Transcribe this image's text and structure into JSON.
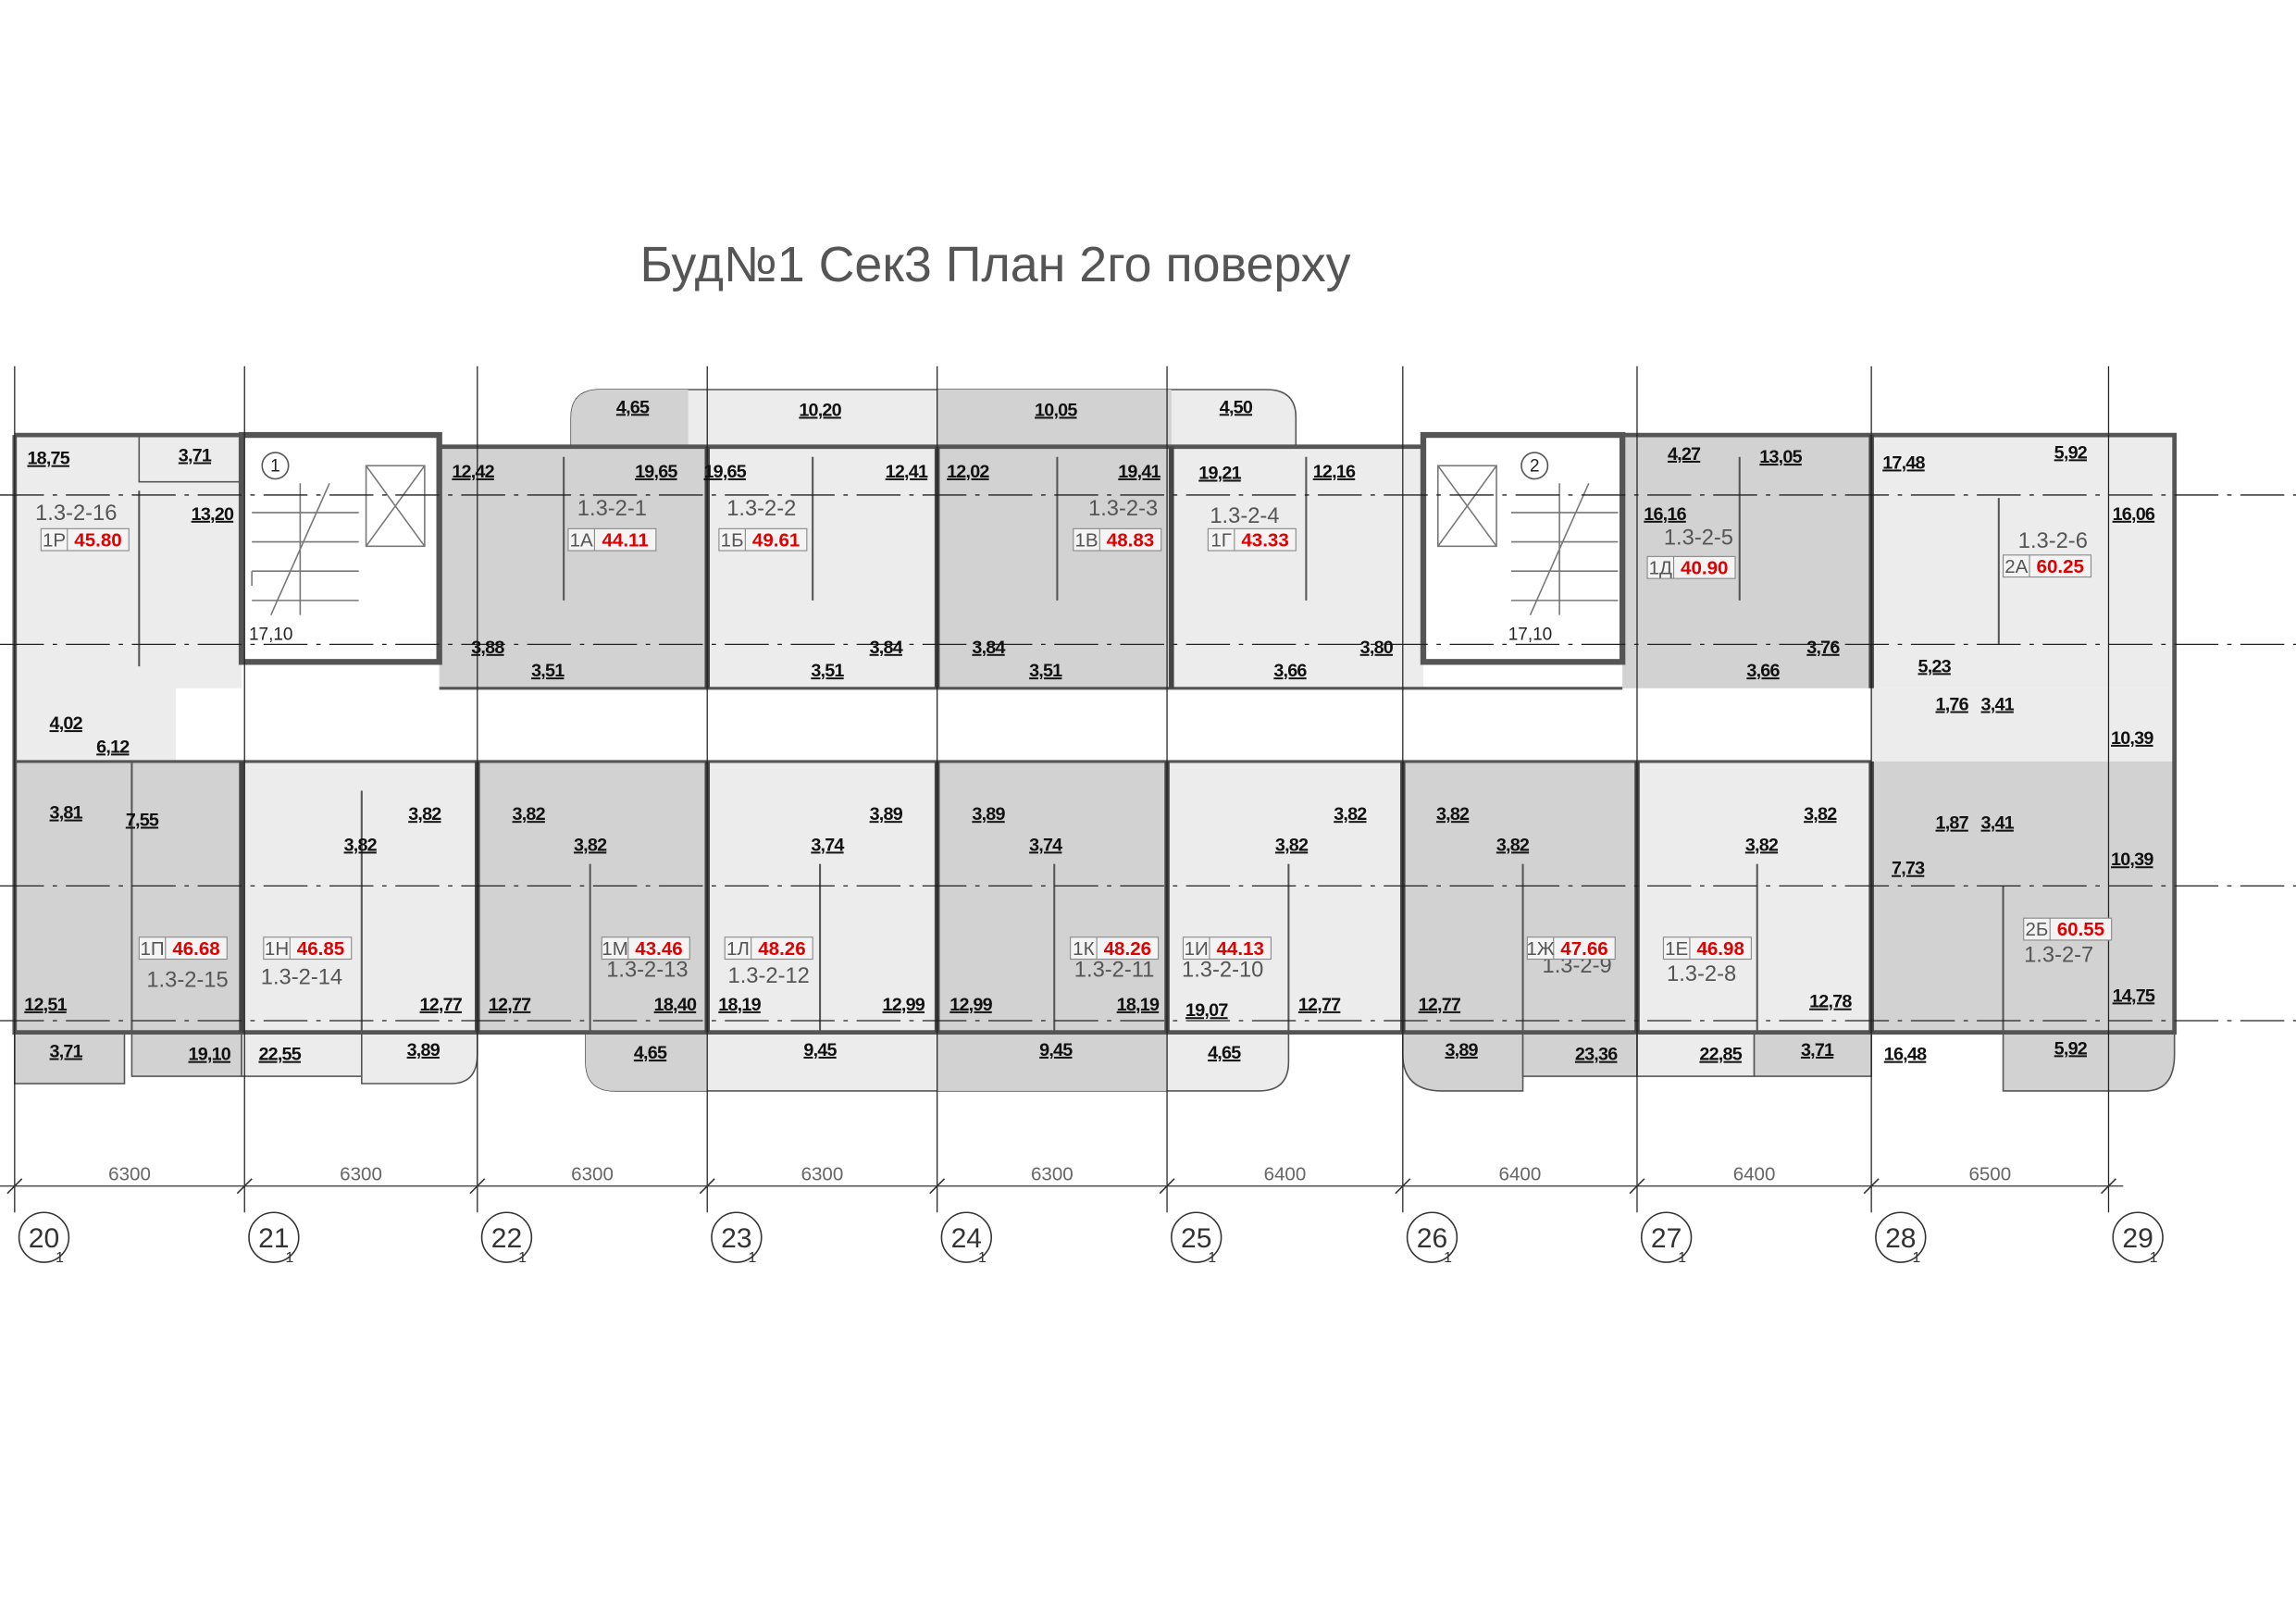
{
  "title": "Буд№1 Сек3  План 2го поверху",
  "colors": {
    "room_dark": "#d2d2d2",
    "room_light": "#ececec",
    "wall": "#555555",
    "area_red": "#e00000",
    "text_gray": "#555555"
  },
  "stairs": [
    {
      "number": "1",
      "area": "17,10"
    },
    {
      "number": "2",
      "area": "17,10"
    }
  ],
  "apartments": [
    {
      "id": "1.3-2-16",
      "type": "1Р",
      "area": "45.80"
    },
    {
      "id": "1.3-2-1",
      "type": "1А",
      "area": "44.11"
    },
    {
      "id": "1.3-2-2",
      "type": "1Б",
      "area": "49.61"
    },
    {
      "id": "1.3-2-3",
      "type": "1В",
      "area": "48.83"
    },
    {
      "id": "1.3-2-4",
      "type": "1Г",
      "area": "43.33"
    },
    {
      "id": "1.3-2-5",
      "type": "1Д",
      "area": "40.90"
    },
    {
      "id": "1.3-2-6",
      "type": "2А",
      "area": "60.25"
    },
    {
      "id": "1.3-2-15",
      "type": "1П",
      "area": "46.68"
    },
    {
      "id": "1.3-2-14",
      "type": "1Н",
      "area": "46.85"
    },
    {
      "id": "1.3-2-13",
      "type": "1М",
      "area": "43.46"
    },
    {
      "id": "1.3-2-12",
      "type": "1Л",
      "area": "48.26"
    },
    {
      "id": "1.3-2-11",
      "type": "1К",
      "area": "48.26"
    },
    {
      "id": "1.3-2-10",
      "type": "1И",
      "area": "44.13"
    },
    {
      "id": "1.3-2-9",
      "type": "1Ж",
      "area": "47.66"
    },
    {
      "id": "1.3-2-8",
      "type": "1Е",
      "area": "46.98"
    },
    {
      "id": "1.3-2-7",
      "type": "2Б",
      "area": "60.55"
    }
  ],
  "room_areas": [
    "4,65",
    "10,20",
    "10,05",
    "4,50",
    "18,75",
    "3,71",
    "13,20",
    "12,42",
    "19,65",
    "19,65",
    "12,41",
    "12,02",
    "19,41",
    "19,21",
    "12,16",
    "4,27",
    "13,05",
    "17,48",
    "5,92",
    "16,16",
    "16,06",
    "3,88",
    "3,51",
    "3,84",
    "3,51",
    "3,84",
    "3,51",
    "3,80",
    "3,66",
    "3,76",
    "3,66",
    "5,23",
    "1,76",
    "3,41",
    "10,39",
    "4,02",
    "6,12",
    "3,81",
    "7,55",
    "3,82",
    "3,82",
    "3,82",
    "3,82",
    "3,74",
    "3,89",
    "3,89",
    "3,74",
    "3,82",
    "3,82",
    "3,82",
    "3,82",
    "3,82",
    "3,82",
    "1,87",
    "3,41",
    "10,39",
    "7,73",
    "12,51",
    "12,77",
    "12,77",
    "18,40",
    "18,19",
    "12,99",
    "12,99",
    "18,19",
    "19,07",
    "12,77",
    "12,77",
    "12,78",
    "14,75",
    "3,71",
    "19,10",
    "22,55",
    "3,89",
    "4,65",
    "9,45",
    "9,45",
    "4,65",
    "3,89",
    "23,36",
    "22,85",
    "3,71",
    "16,48",
    "5,92"
  ],
  "axes": [
    {
      "label": "20",
      "sub": "1"
    },
    {
      "label": "21",
      "sub": "1"
    },
    {
      "label": "22",
      "sub": "1"
    },
    {
      "label": "23",
      "sub": "1"
    },
    {
      "label": "24",
      "sub": "1"
    },
    {
      "label": "25",
      "sub": "1"
    },
    {
      "label": "26",
      "sub": "1"
    },
    {
      "label": "27",
      "sub": "1"
    },
    {
      "label": "28",
      "sub": "1"
    },
    {
      "label": "29",
      "sub": "1"
    }
  ],
  "axis_spacings": [
    "6300",
    "6300",
    "6300",
    "6300",
    "6300",
    "6400",
    "6400",
    "6400",
    "6500"
  ]
}
